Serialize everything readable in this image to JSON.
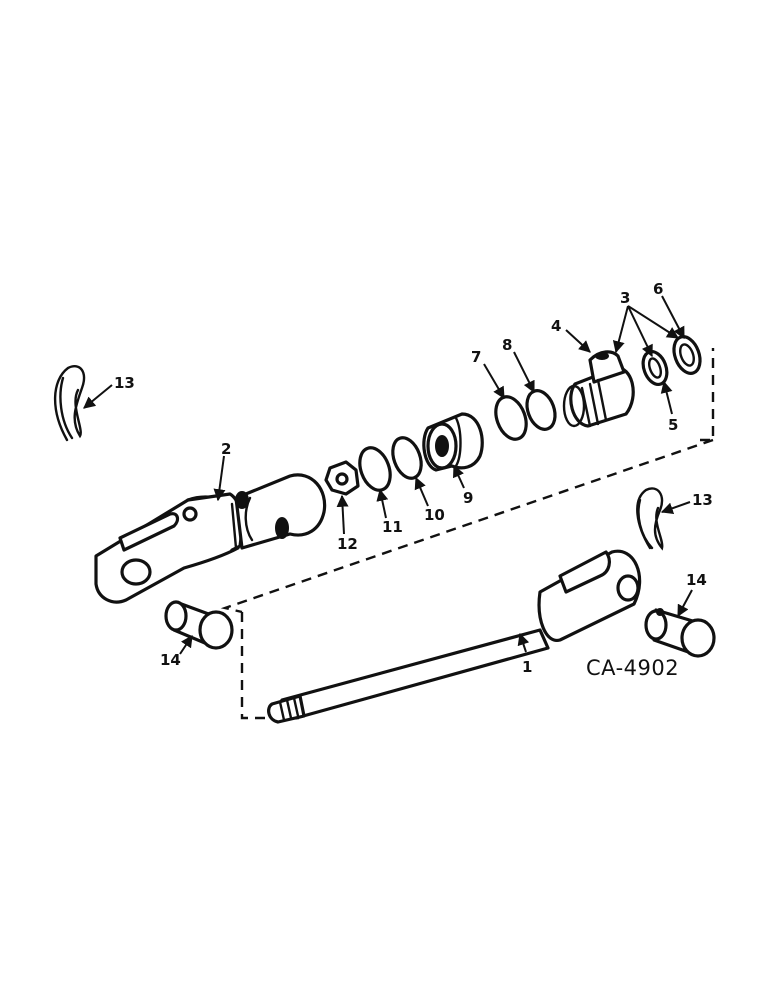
{
  "callouts": {
    "c1": "1",
    "c2": "2",
    "c3": "3",
    "c4": "4",
    "c5": "5",
    "c6": "6",
    "c7": "7",
    "c8": "8",
    "c9": "9",
    "c10": "10",
    "c11": "11",
    "c12": "12",
    "c13a": "13",
    "c13b": "13",
    "c14a": "14",
    "c14b": "14"
  },
  "figure_id": "CA-4902"
}
